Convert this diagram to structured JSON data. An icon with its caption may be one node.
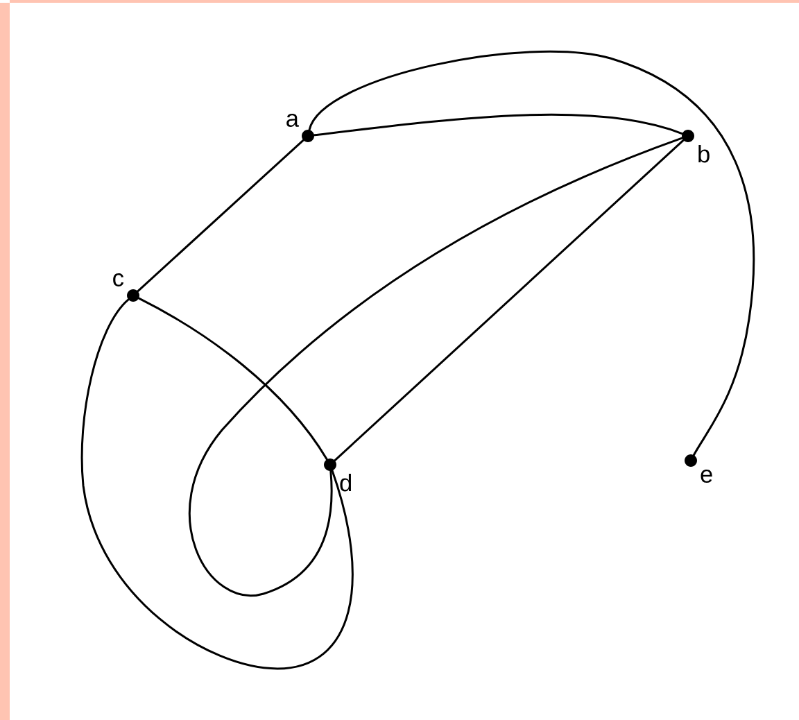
{
  "diagram": {
    "nodes": [
      {
        "text": [
          "a"
        ]
      },
      {
        "text": [
          "b"
        ]
      },
      {
        "text": [
          "c"
        ]
      },
      {
        "text": [
          "d"
        ]
      },
      {
        "text": [
          "e"
        ]
      }
    ],
    "edges": [
      {
        "from": 0,
        "to": 1,
        "arrow": "none"
      },
      {
        "from": 0,
        "to": 2,
        "arrow": "none"
      },
      {
        "from": 0,
        "to": 4,
        "arrow": "none"
      },
      {
        "from": 1,
        "to": 3,
        "arrow": "none"
      },
      {
        "from": 1,
        "to": 3,
        "arrow": "none"
      },
      {
        "from": 2,
        "to": 3,
        "arrow": "none"
      },
      {
        "from": 2,
        "to": 3,
        "arrow": "none"
      }
    ]
  }
}
